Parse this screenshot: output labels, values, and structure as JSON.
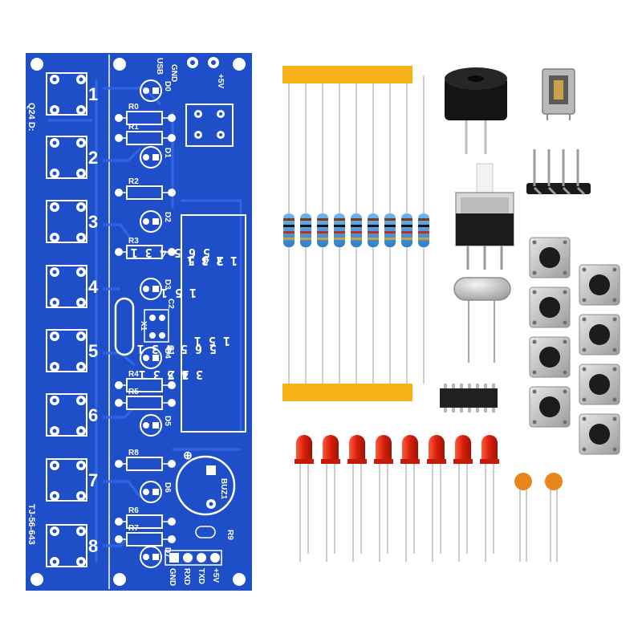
{
  "board": {
    "color": "#1f4fc8",
    "copper": "#2a63e0",
    "board_id": "TJ-56-643",
    "date_code": "Q24 D:",
    "key_numbers": [
      "1",
      "2",
      "3",
      "4",
      "5",
      "6",
      "7",
      "8"
    ],
    "header_top": [
      "USB",
      "GND",
      "+5V"
    ],
    "header_bottom": [
      "GND",
      "RXD",
      "TXD",
      "+5V"
    ],
    "resistor_labels": [
      "R0",
      "R1",
      "R2",
      "R3",
      "R4",
      "R5",
      "R8",
      "R6",
      "R7"
    ],
    "led_labels": [
      "D0",
      "D1",
      "D2",
      "D3",
      "D4",
      "D5",
      "D6",
      "D7"
    ],
    "cap_labels": [
      "C2",
      "C1"
    ],
    "crystal_label": "X1",
    "buzzer_label": "BUZ1",
    "buzzer_plus": "⊕",
    "r9_label": "R9",
    "chip_rows": [
      "1 2 3 1",
      "3 4 5",
      "5 6 5 4 3 1",
      "1 5 1",
      "1 5 1",
      "5 6 5 4 3 1",
      "3 4 5",
      "1 2 3 1"
    ]
  },
  "parts": {
    "resistor_count": 9,
    "led_count": 8,
    "button_count": 8,
    "cap_count": 2,
    "pin_count": 4,
    "led_color": "#e0260e",
    "tape_color": "#f7b21a",
    "cap_color": "#e8851c"
  }
}
